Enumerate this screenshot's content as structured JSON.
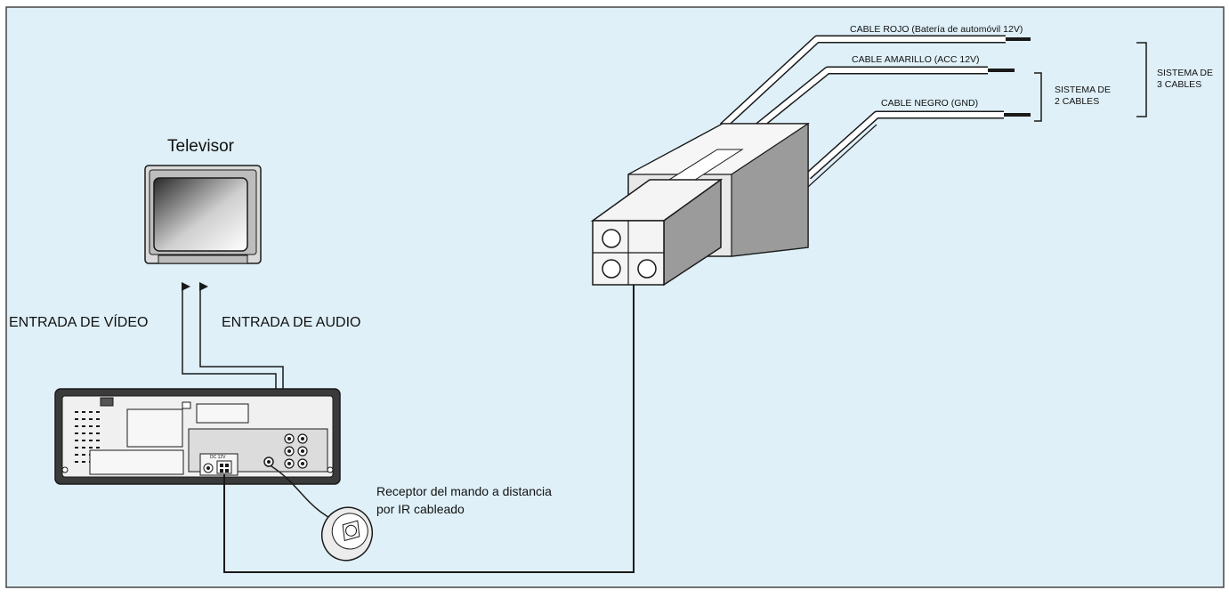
{
  "colors": {
    "background": "#dff0f8",
    "border": "#444444",
    "line": "#1a1a1a",
    "device_dark": "#3a3a3a",
    "device_mid": "#9a9a9a",
    "device_light": "#e8e8e8",
    "connector_gray": "#9b9b9b"
  },
  "labels": {
    "tv_title": "Televisor",
    "video_input": "ENTRADA DE VÍDEO",
    "audio_input": "ENTRADA DE AUDIO",
    "receiver_line1": "Receptor del mando a distancia",
    "receiver_line2": "por IR cableado",
    "cable_red": "CABLE ROJO (Batería de automóvil 12V)",
    "cable_yellow": "CABLE AMARILLO (ACC 12V)",
    "cable_black": "CABLE NEGRO (GND)",
    "system2_line1": "SISTEMA DE",
    "system2_line2": "2 CABLES",
    "system3_line1": "SISTEMA DE",
    "system3_line2": "3 CABLES",
    "dc_label": "DC 12V"
  },
  "icons": [
    "television-icon",
    "vcr-unit-icon",
    "ir-receiver-icon",
    "power-connector-icon",
    "arrow-up-icon"
  ]
}
